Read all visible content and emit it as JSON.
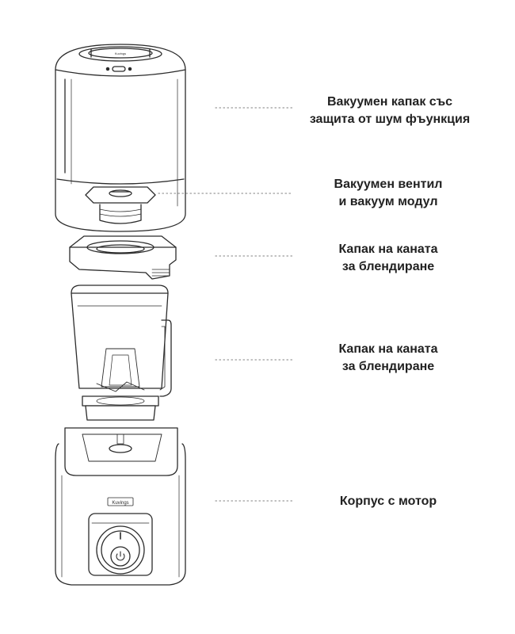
{
  "diagram": {
    "title": "",
    "brand_logo_text": "Kuvings",
    "line_color": "#2b2b2b",
    "leader_color": "#9a9a9a",
    "parts": [
      {
        "id": "vacuum-lid",
        "lines": [
          "Вакуумен капак със",
          "защита от шум фъункция"
        ]
      },
      {
        "id": "vacuum-valve",
        "lines": [
          "Вакуумен вентил",
          "и вакуум модул"
        ]
      },
      {
        "id": "jar-lid",
        "lines": [
          "Капак на каната",
          "за блендиране"
        ]
      },
      {
        "id": "blending-jar",
        "lines": [
          "Капак на каната",
          "за блендиране"
        ]
      },
      {
        "id": "motor-base",
        "lines": [
          "Корпус с мотор"
        ]
      }
    ],
    "icons": [
      "power-icon"
    ]
  }
}
